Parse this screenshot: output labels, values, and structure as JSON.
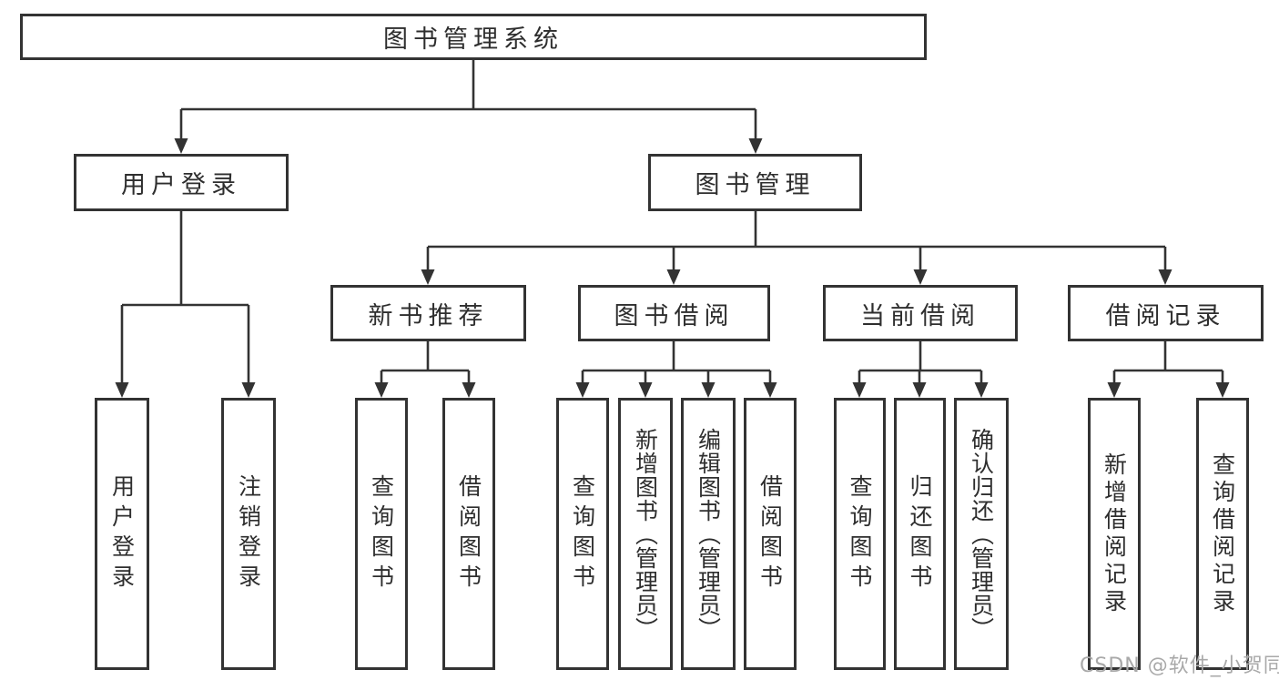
{
  "colors": {
    "line": "#333333",
    "box_border": "#333333",
    "text": "#2e2e2e",
    "background": "#ffffff",
    "watermark": "#a9a9a9"
  },
  "watermark": {
    "text": "CSDN @软件_小贺同学"
  },
  "diagram": {
    "type": "hierarchy-tree",
    "root": {
      "label": "图书管理系统",
      "children": [
        {
          "label": "用户登录",
          "children": [
            {
              "label": "用户登录"
            },
            {
              "label": "注销登录"
            }
          ]
        },
        {
          "label": "图书管理",
          "children": [
            {
              "label": "新书推荐",
              "children": [
                {
                  "label": "查询图书"
                },
                {
                  "label": "借阅图书"
                }
              ]
            },
            {
              "label": "图书借阅",
              "children": [
                {
                  "label": "查询图书"
                },
                {
                  "label": "新增图书（管理员）"
                },
                {
                  "label": "编辑图书（管理员）"
                },
                {
                  "label": "借阅图书"
                }
              ]
            },
            {
              "label": "当前借阅",
              "children": [
                {
                  "label": "查询图书"
                },
                {
                  "label": "归还图书"
                },
                {
                  "label": "确认归还（管理员）"
                }
              ]
            },
            {
              "label": "借阅记录",
              "children": [
                {
                  "label": "新增借阅记录"
                },
                {
                  "label": "查询借阅记录"
                }
              ]
            }
          ]
        }
      ]
    }
  }
}
